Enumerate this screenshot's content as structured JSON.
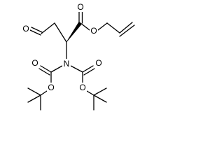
{
  "structure": {
    "atoms": {
      "aldehyde_oxygen": "O",
      "ester_carbonyl_oxygen": "O",
      "ester_ether_oxygen": "O",
      "nitrogen": "N",
      "left_boc_carbonyl_oxygen": "O",
      "left_boc_ether_oxygen": "O",
      "right_boc_carbonyl_oxygen": "O",
      "right_boc_ether_oxygen": "O"
    },
    "colors": {
      "bond": "#000000",
      "label": "#000000",
      "background": "#ffffff"
    }
  }
}
